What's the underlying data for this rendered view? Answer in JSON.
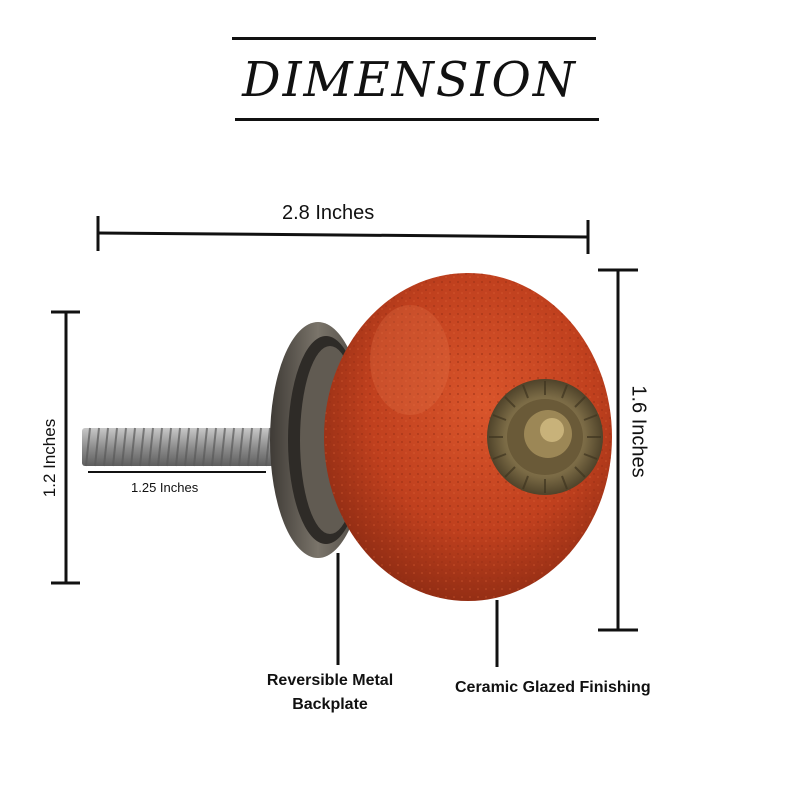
{
  "title": "DIMENSION",
  "dimensions": {
    "width": "2.8 Inches",
    "height": "1.6 Inches",
    "backplate_height": "1.2 Inches",
    "screw_length": "1.25 Inches"
  },
  "callouts": {
    "backplate": "Reversible Metal Backplate",
    "finish": "Ceramic Glazed Finishing"
  },
  "colors": {
    "knob": "#c0401e",
    "knob_dark": "#8a2a12",
    "backplate": "#5a5650",
    "screw": "#9a9a9a",
    "rosette": "#7a6a45",
    "line": "#111111"
  }
}
